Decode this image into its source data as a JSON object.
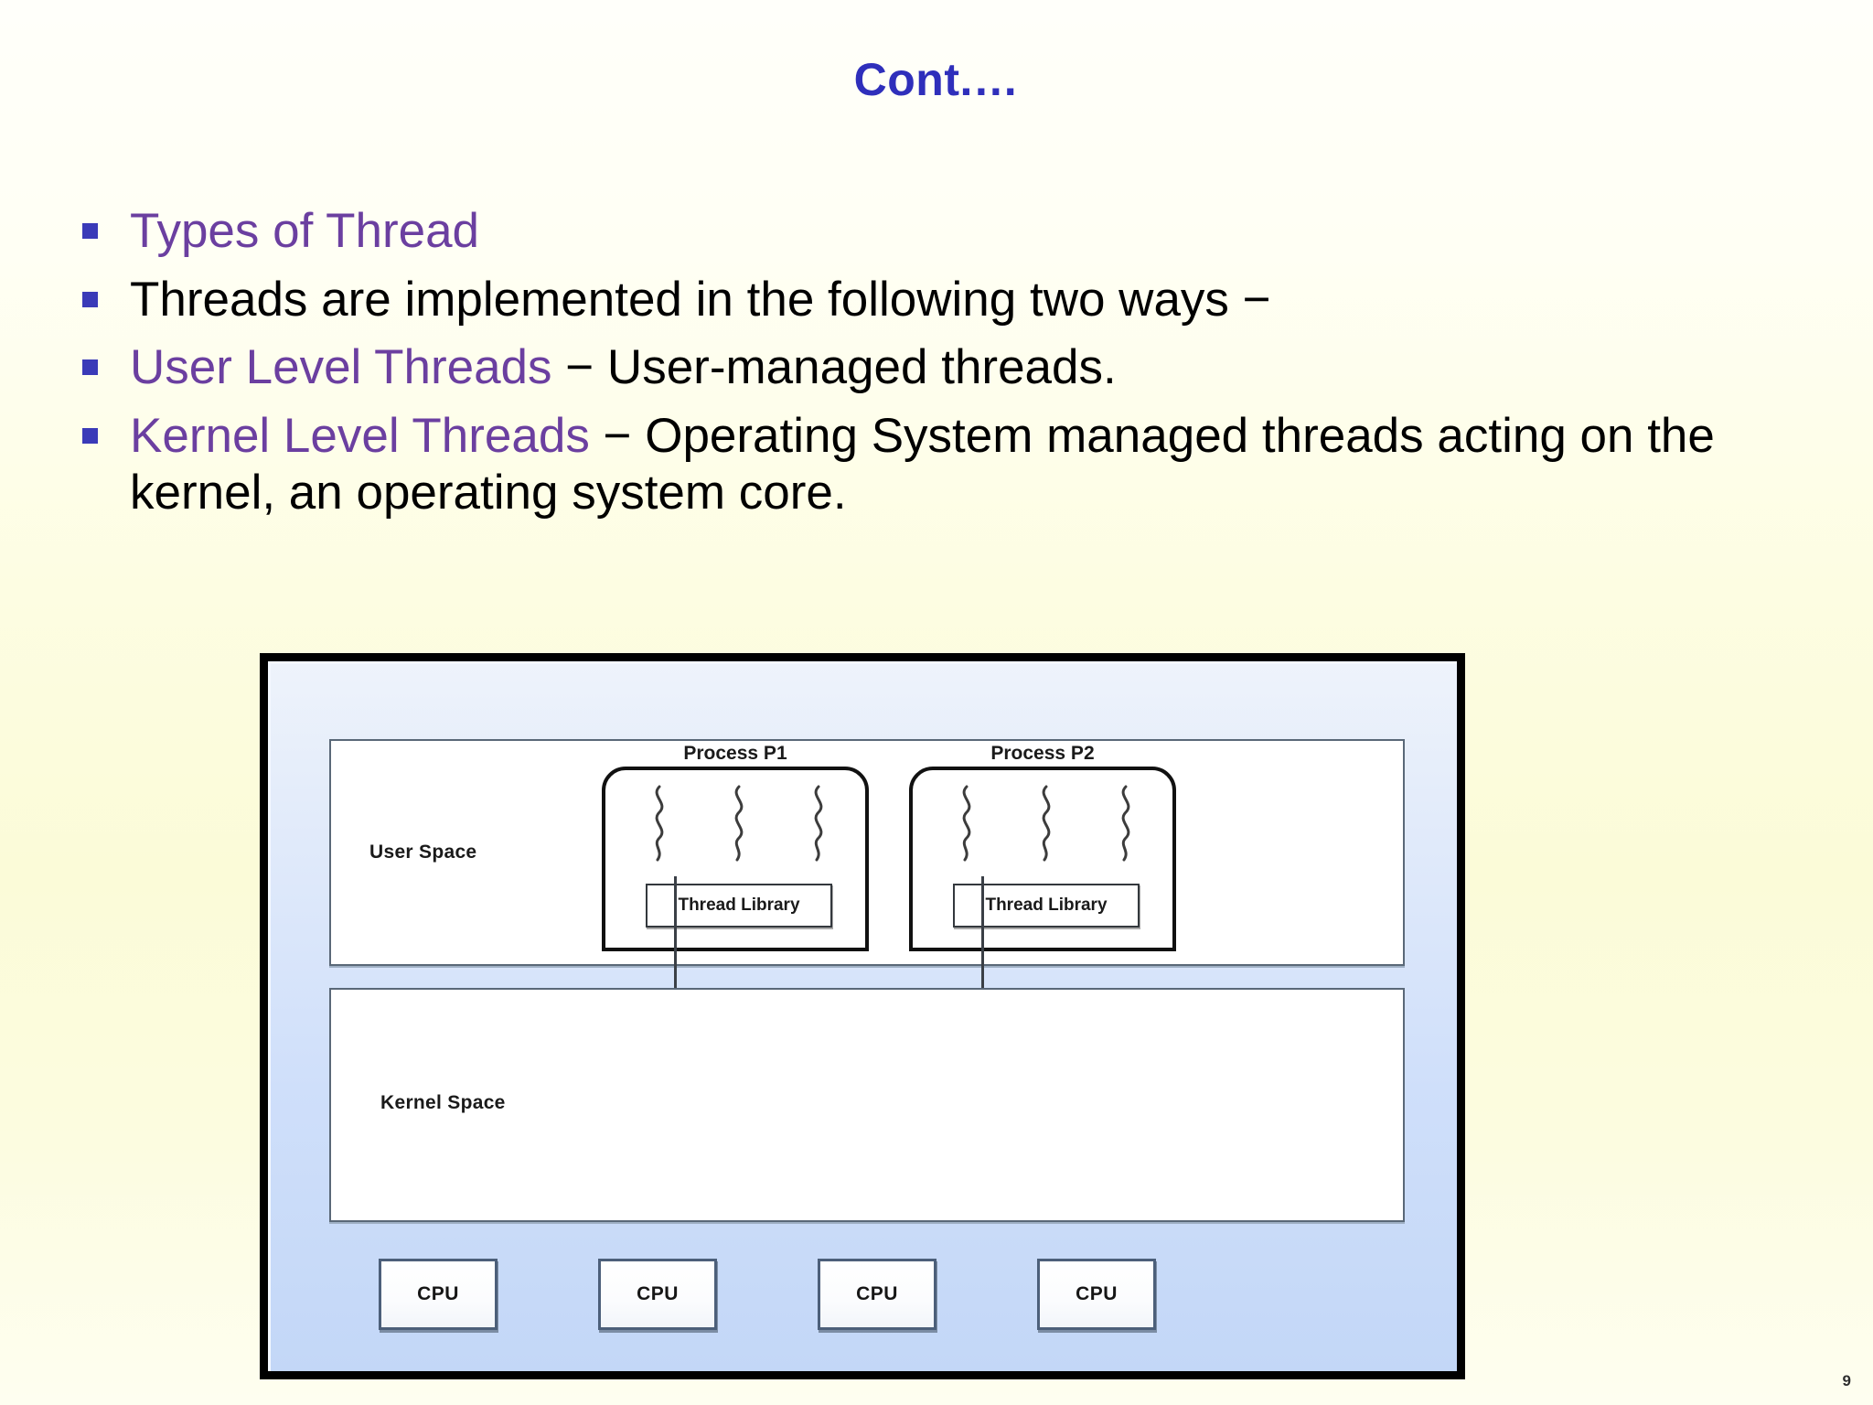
{
  "slide": {
    "title": "Cont.…",
    "page_number": "9",
    "title_color": "#2f2fbb",
    "accent_purple": "#6b3fa0",
    "bullet_marker_color": "#3a3ab8",
    "background_color": "#fbfbd8"
  },
  "bullets": [
    {
      "marker": "square-bullet",
      "segments": [
        {
          "text": "Types of Thread",
          "style": "purple"
        }
      ]
    },
    {
      "marker": "square-bullet",
      "segments": [
        {
          "text": "Threads are implemented in the following two ways −",
          "style": "black"
        }
      ]
    },
    {
      "marker": "square-bullet",
      "segments": [
        {
          "text": "User Level Threads",
          "style": "purple"
        },
        {
          "text": " − User-managed threads.",
          "style": "black"
        }
      ]
    },
    {
      "marker": "square-bullet",
      "segments": [
        {
          "text": "Kernel Level Threads",
          "style": "purple"
        },
        {
          "text": " − Operating System managed threads acting on the kernel, an operating system core.",
          "style": "black"
        }
      ]
    }
  ],
  "diagram": {
    "user_space_label": "User Space",
    "kernel_space_label": "Kernel Space",
    "processes": [
      {
        "title": "Process P1",
        "thread_count": 3,
        "thread_library_label": "Thread Library"
      },
      {
        "title": "Process P2",
        "thread_count": 3,
        "thread_library_label": "Thread Library"
      }
    ],
    "cpus": [
      {
        "label": "CPU"
      },
      {
        "label": "CPU"
      },
      {
        "label": "CPU"
      },
      {
        "label": "CPU"
      }
    ]
  }
}
